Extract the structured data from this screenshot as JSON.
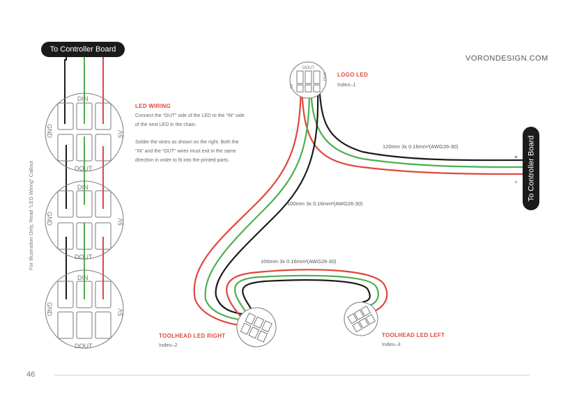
{
  "header": {
    "brand": "VORONDESIGN.COM"
  },
  "controller_left": {
    "label": "To Controller Board"
  },
  "controller_right": {
    "label": "To Controller Board",
    "plus_top": "+",
    "plus_bottom": "+"
  },
  "led_pins": {
    "din": "DIN",
    "dout": "DOUT",
    "gnd": "GND",
    "v5": "5V"
  },
  "led_wiring": {
    "title": "LED WIRING",
    "para1_line1": "Connect the “OUT” side of the LED to the “IN” side",
    "para1_line2": "of the next LED in the chain.",
    "para2_line1": "Solder the wires as shown on the right. Both the",
    "para2_line2": "“IN” and the “OUT” wires must exit in the same",
    "para2_line3": "direction in order to fit into the printed parts."
  },
  "side_note": "For Illustration Only, Read “LED Wiring” Callout",
  "logo_led": {
    "title": "LOGO LED",
    "index": "Index–1"
  },
  "toolhead_right": {
    "title": "TOOLHEAD LED RIGHT",
    "index": "Index–2"
  },
  "toolhead_left": {
    "title": "TOOLHEAD LED LEFT",
    "index": "Index–3"
  },
  "wires": {
    "w120": "120mm 3x 0.16mm²(AWG26-30)",
    "w100a": "100mm 3x 0.16mm²(AWG26-30)",
    "w100b": "100mm 3x 0.16mm²(AWG26-30)"
  },
  "colors": {
    "red": "#e0463b",
    "green": "#4caf50",
    "black": "#1b1b1b"
  },
  "footer": {
    "page_number": "46"
  }
}
